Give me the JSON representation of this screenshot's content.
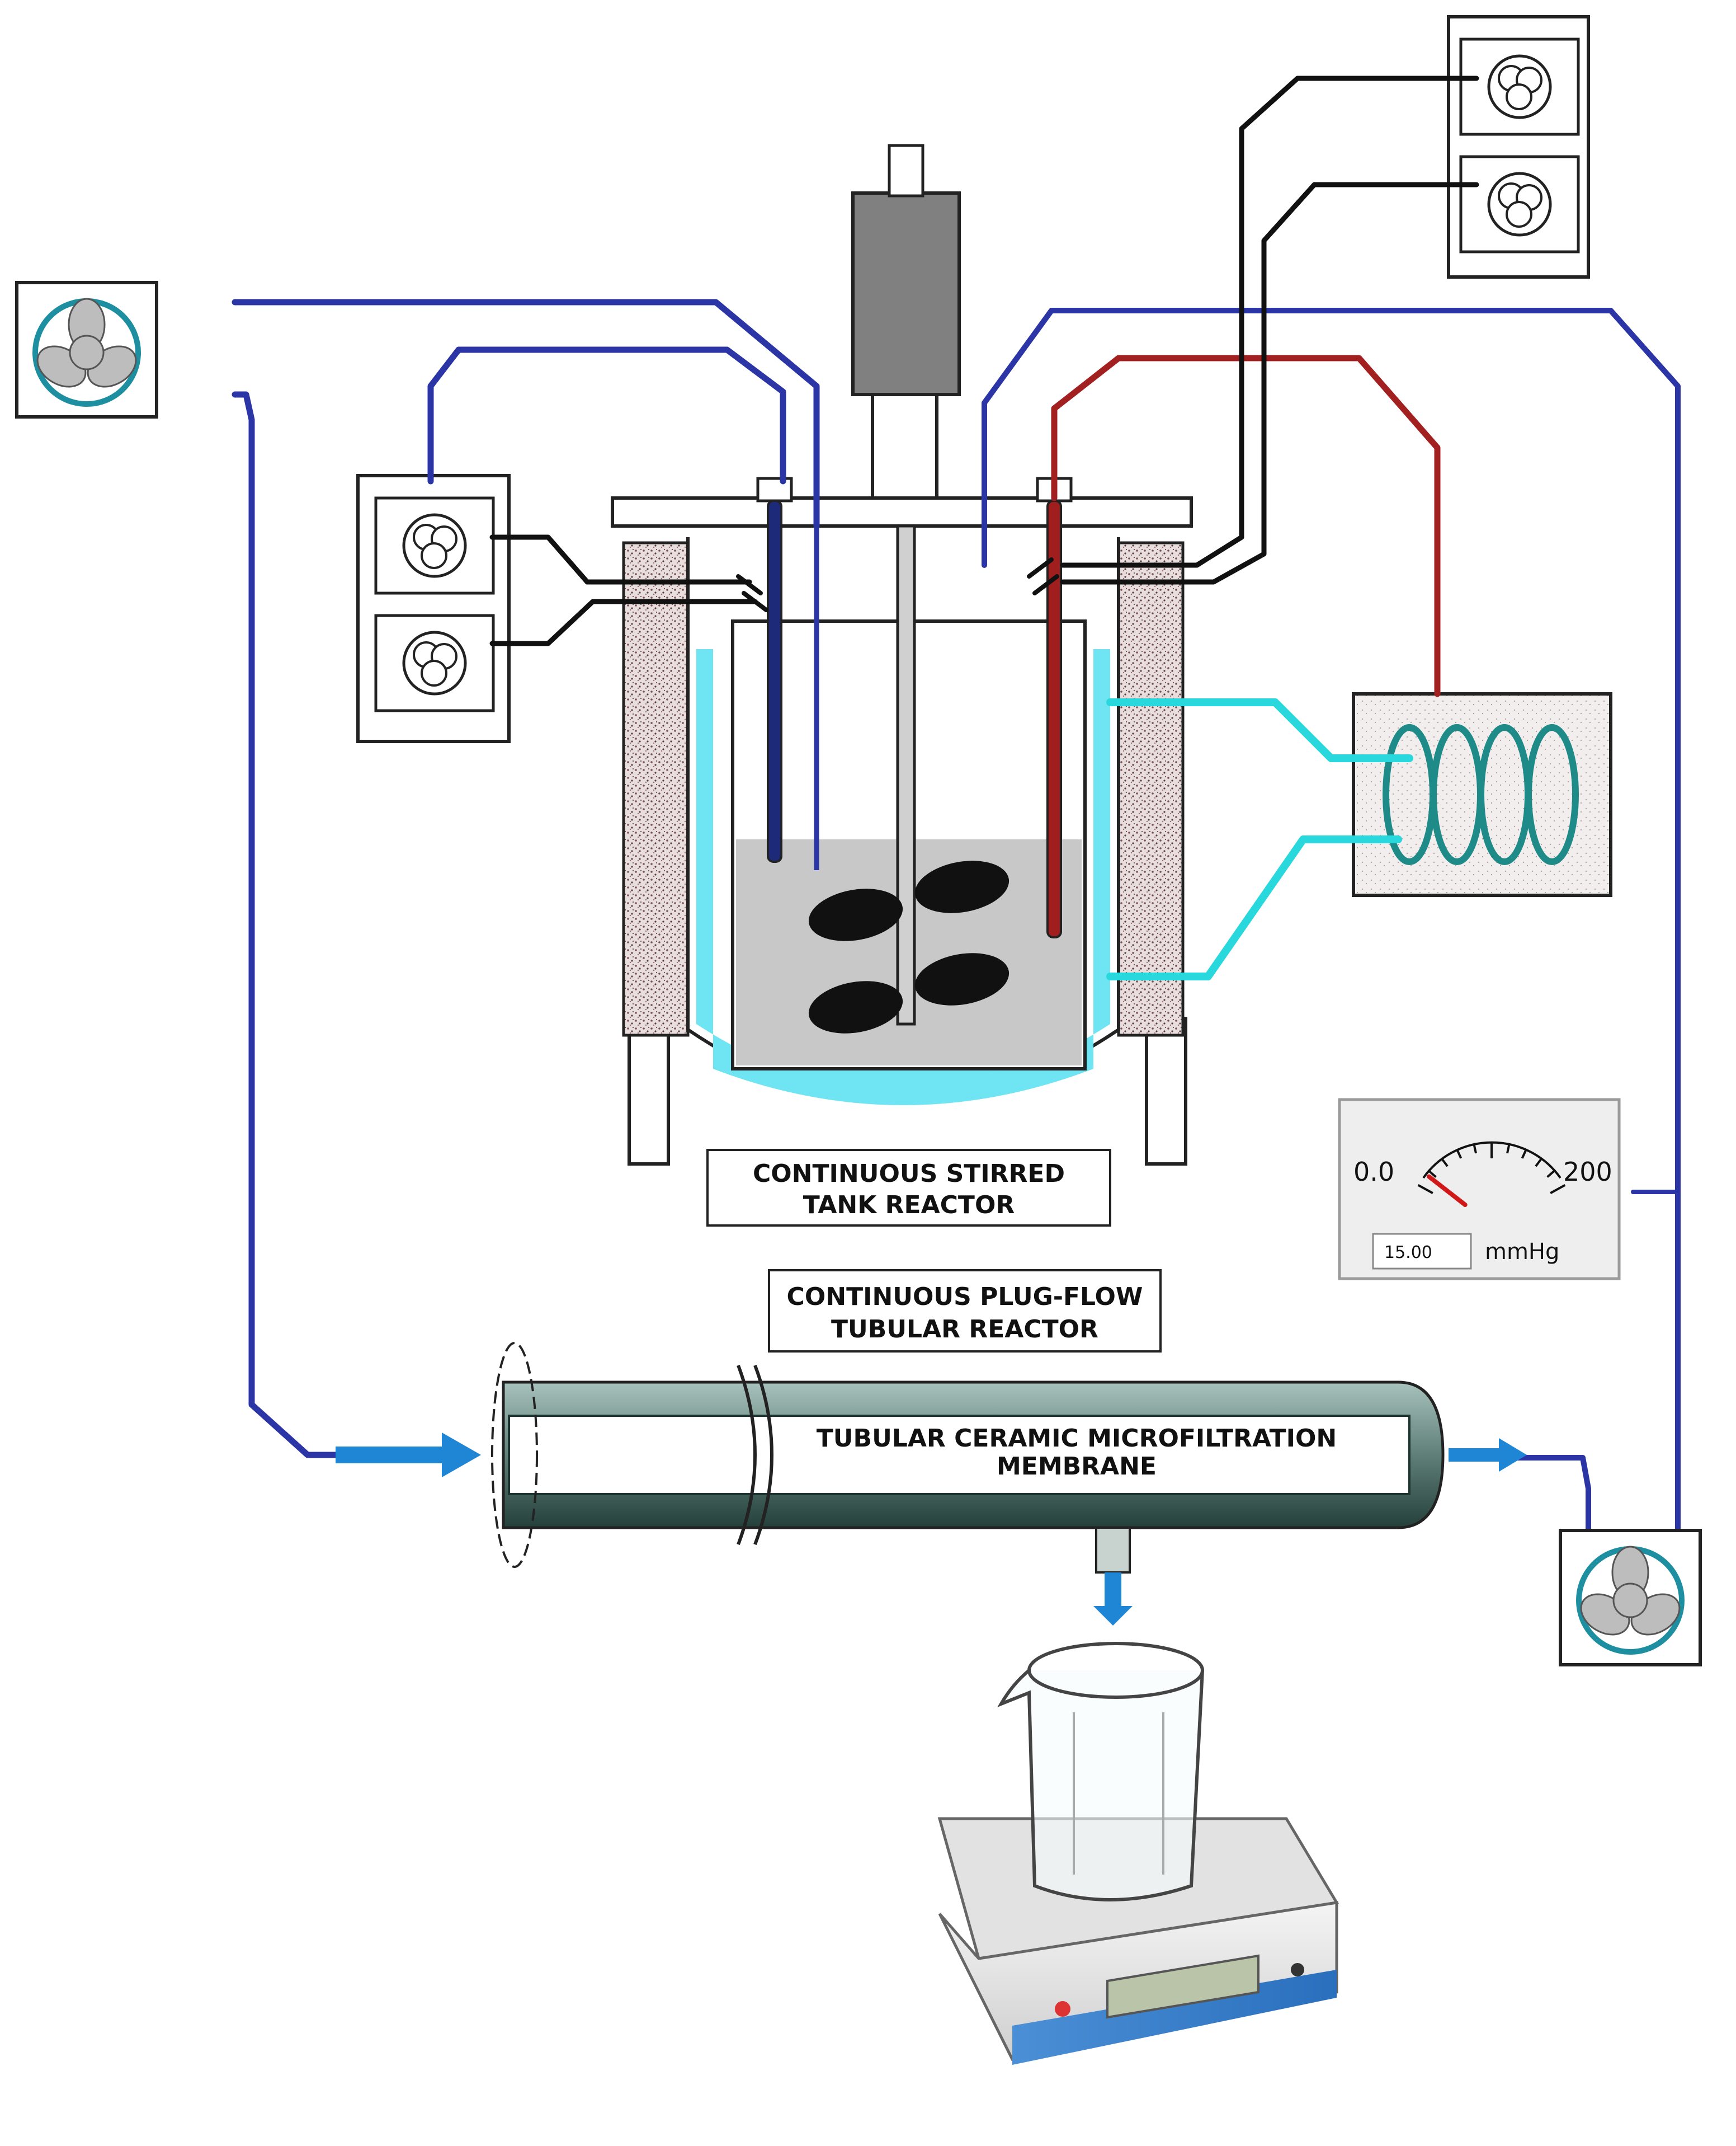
{
  "labels": {
    "cstr_line1": "CONTINUOUS STIRRED",
    "cstr_line2": "TANK REACTOR",
    "pfr_line1": "CONTINUOUS PLUG-FLOW",
    "pfr_line2": "TUBULAR REACTOR",
    "membrane_line1": "TUBULAR CERAMIC MICROFILTRATION",
    "membrane_line2": "MEMBRANE"
  },
  "gauge": {
    "min_label": "0.0",
    "max_label": "200",
    "reading": "15.00",
    "unit": "mmHg",
    "level": 0.075
  },
  "colors": {
    "blue_line": "#2b35a6",
    "red_line": "#a32020",
    "cyan_line": "#28d8dc",
    "jacket_fluid": "#6fe4f2",
    "reaction_mixture": "#c8c8c8",
    "dark_tube": "#2f4a44",
    "arrow_blue": "#1f86d6",
    "black_line": "#111111"
  },
  "icons": {
    "feed_pump": "peristaltic-pump-icon",
    "retentate_pump": "peristaltic-pump-icon",
    "controllers": "controller-unit-icon",
    "motor": "stirrer-motor-icon",
    "heater": "heating-coil-icon",
    "beaker": "beaker-icon",
    "balance": "balance-scale-icon"
  }
}
